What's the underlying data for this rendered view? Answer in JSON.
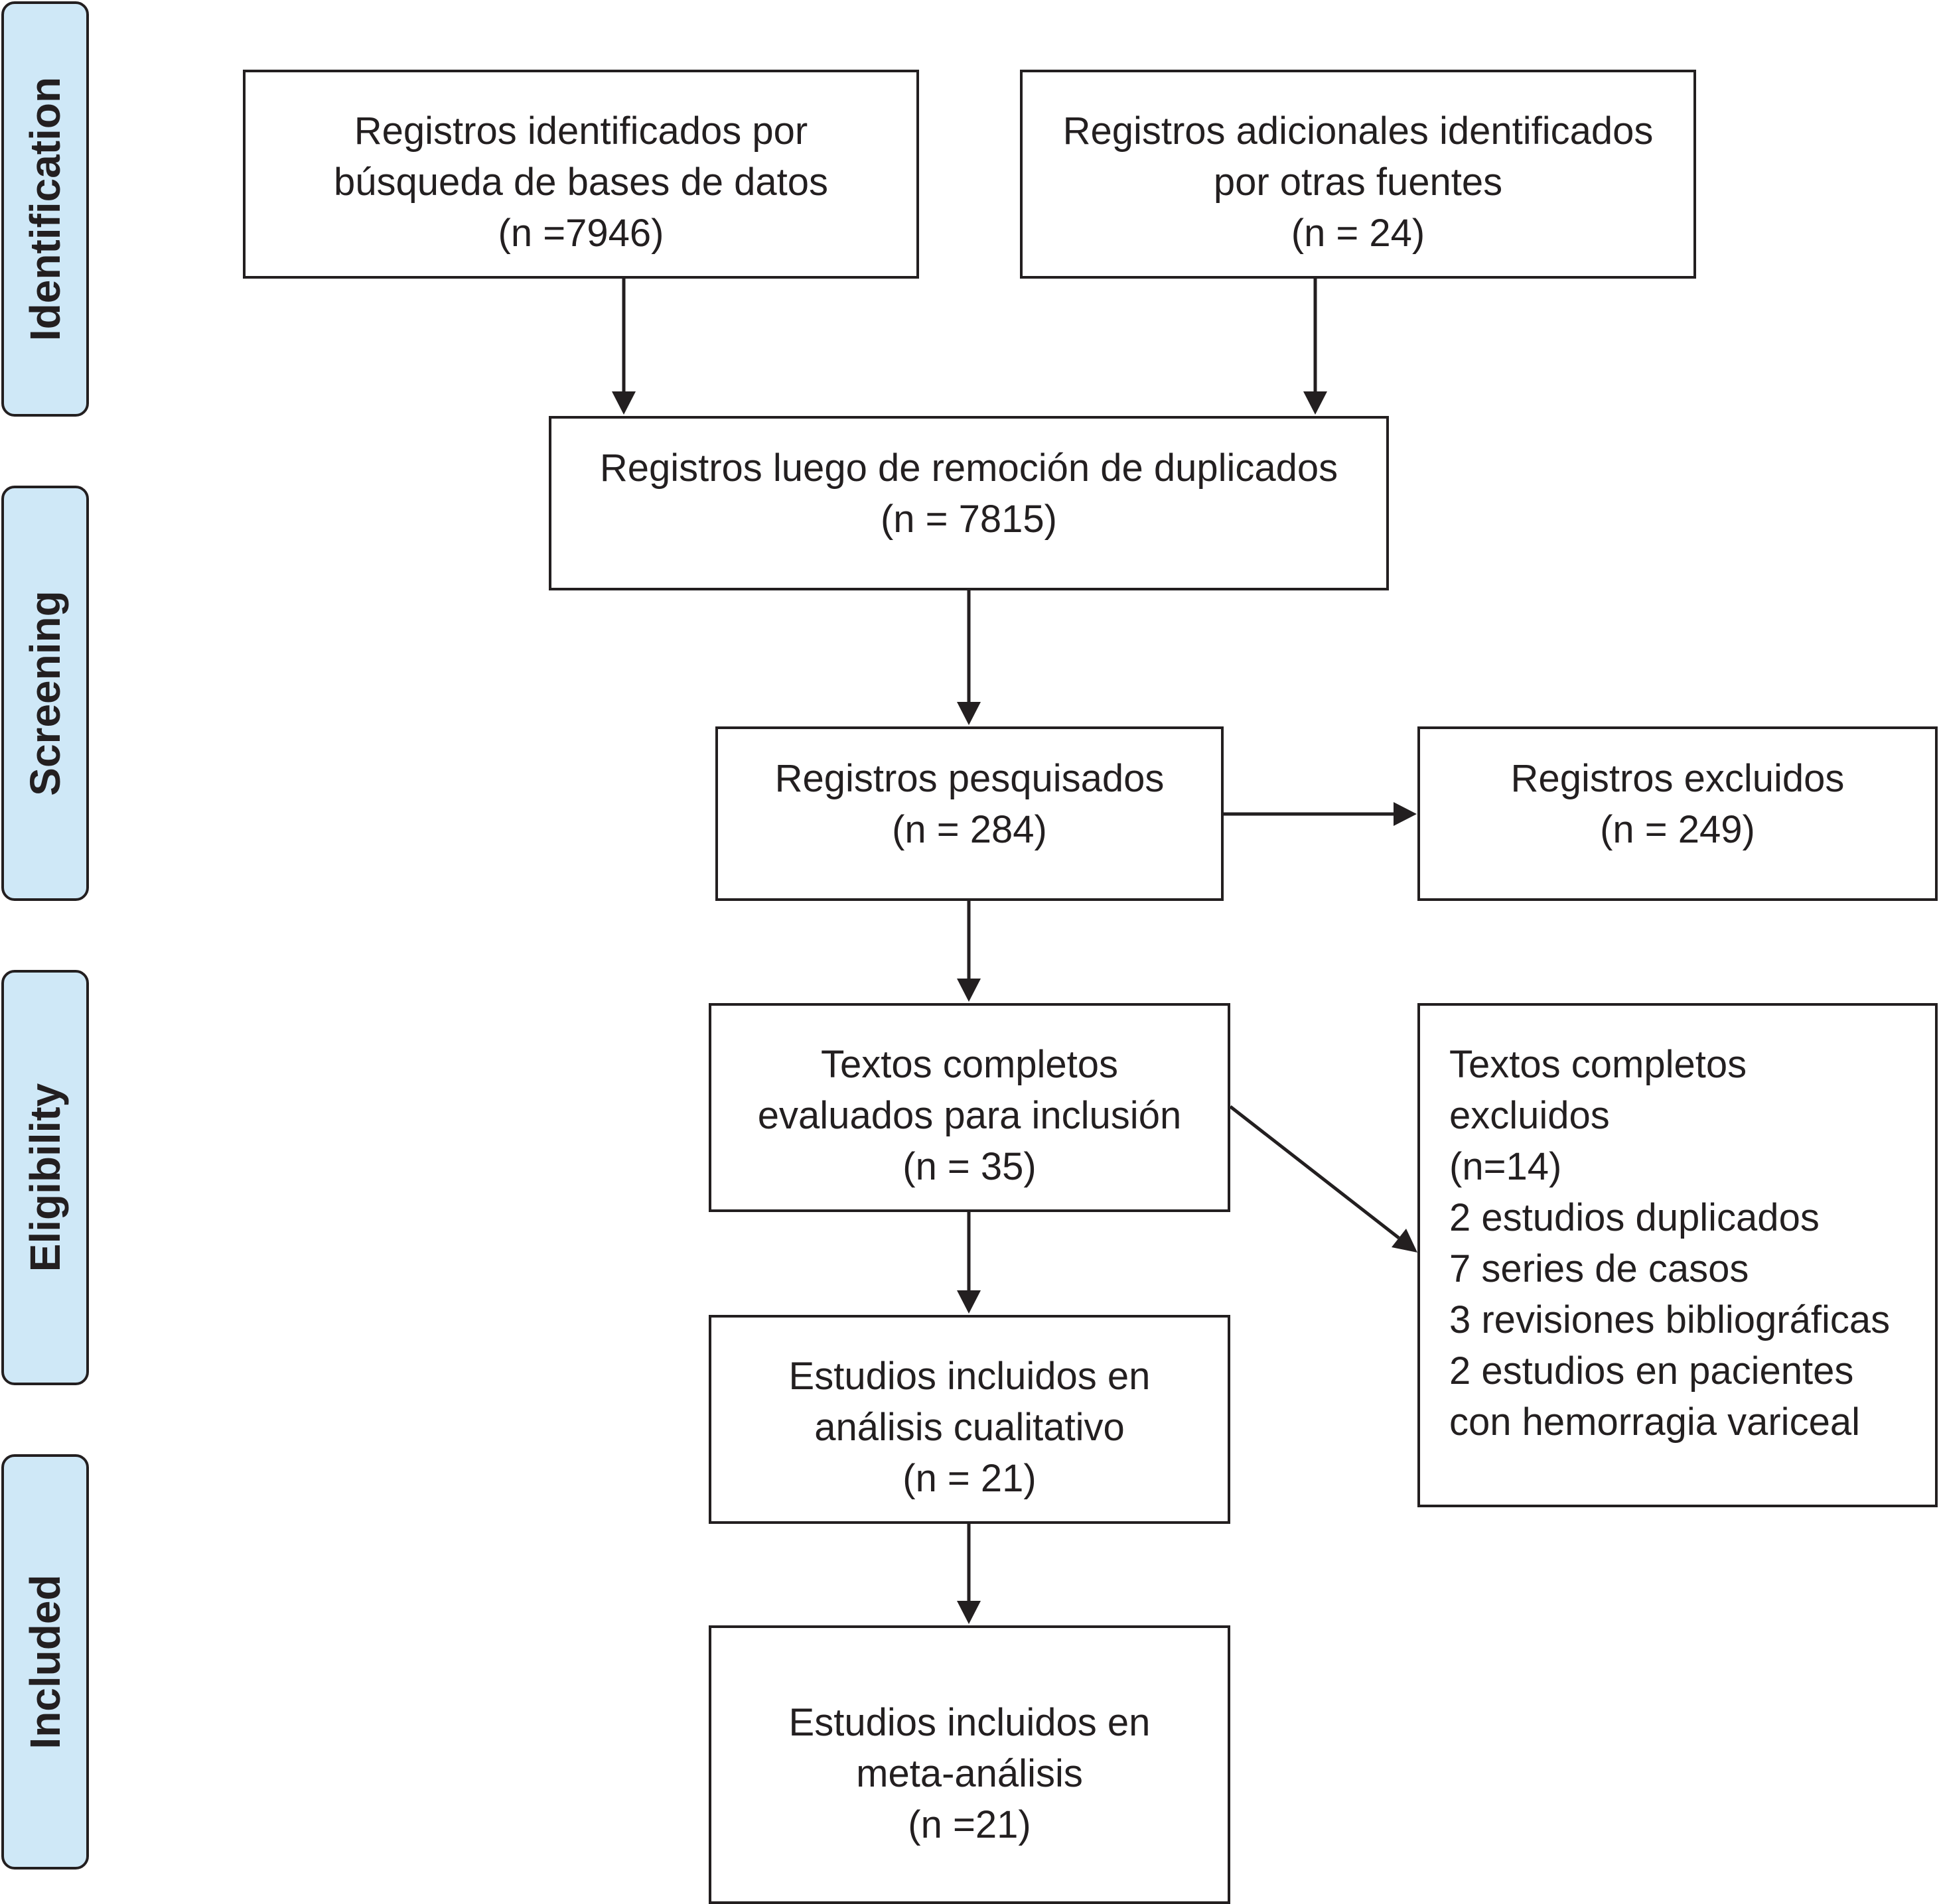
{
  "phases": {
    "identification": "Identification",
    "screening": "Screening",
    "eligibility": "Eligibility",
    "included": "Included"
  },
  "boxes": {
    "database_records": [
      "Registros identificados por",
      "búsqueda de bases de datos",
      "(n =7946)"
    ],
    "additional_records": [
      "Registros adicionales identificados",
      "por otras fuentes",
      "(n = 24)"
    ],
    "after_duplicates": [
      "Registros luego de remoción de duplicados",
      "(n = 7815)"
    ],
    "screened": [
      "Registros pesquisados",
      "(n = 284)"
    ],
    "excluded": [
      "Registros excluidos",
      "(n = 249)"
    ],
    "fulltext_assessed": [
      "Textos completos",
      "evaluados para inclusión",
      "(n = 35)"
    ],
    "fulltext_excluded": [
      "Textos completos",
      "excluidos",
      "(n=14)",
      "2 estudios duplicados",
      "7 series de casos",
      "3 revisiones bibliográficas",
      "2 estudios en pacientes",
      "con hemorragia variceal"
    ],
    "qualitative": [
      "Estudios incluidos en",
      "análisis cualitativo",
      "(n = 21)"
    ],
    "meta_analysis": [
      "Estudios incluidos en",
      "meta-análisis",
      "(n =21)"
    ]
  }
}
